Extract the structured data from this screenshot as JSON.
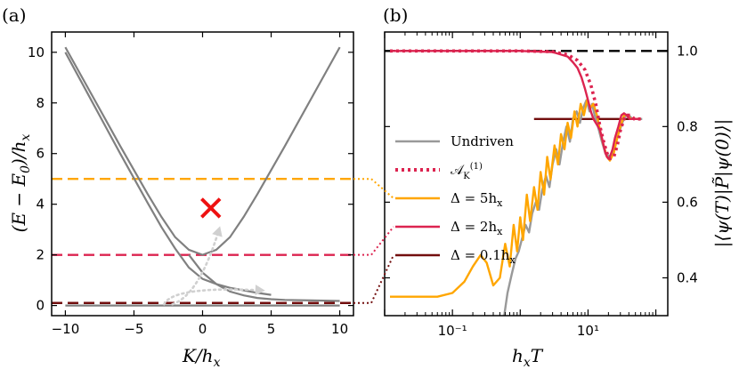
{
  "colors": {
    "undriven": "#999999",
    "delta5": "#ffa600",
    "delta2": "#dc2450",
    "delta01": "#720e0e",
    "bands": "#808080",
    "arrows": "#d0d0d0",
    "cross": "#ee1111",
    "frame": "#000000"
  },
  "panel_labels": {
    "a": "(a)",
    "b": "(b)"
  },
  "chart_data": [
    {
      "panel": "(a)",
      "type": "line",
      "xlabel": "K/h_x",
      "ylabel": "(E − E_0)/h_x",
      "xlim": [
        -11,
        11
      ],
      "ylim": [
        -0.4,
        10.8
      ],
      "xticks": [
        "−10",
        "−5",
        "0",
        "5",
        "10"
      ],
      "xtick_values": [
        -10,
        -5,
        0,
        5,
        10
      ],
      "yticks": [
        "0",
        "2",
        "4",
        "6",
        "8",
        "10"
      ],
      "ytick_values": [
        0,
        2,
        4,
        6,
        8,
        10
      ],
      "bands": {
        "upper": {
          "x": [
            -10,
            -8,
            -6,
            -4,
            -3,
            -2,
            -1,
            0,
            1,
            2,
            3,
            4,
            6,
            8,
            10
          ],
          "y": [
            10.2,
            8.25,
            6.3,
            4.4,
            3.5,
            2.7,
            2.2,
            2.0,
            2.2,
            2.7,
            3.5,
            4.4,
            6.3,
            8.25,
            10.2
          ]
        },
        "middle": {
          "x": [
            -10,
            -8,
            -6,
            -4,
            -3,
            -2,
            -1,
            0,
            1,
            2,
            3,
            4,
            5
          ],
          "y": [
            10.0,
            8.0,
            6.0,
            4.05,
            3.1,
            2.25,
            1.5,
            1.05,
            0.85,
            0.7,
            0.6,
            0.5,
            0.42
          ]
        },
        "lower": {
          "x": [
            -1,
            0,
            1,
            2,
            3,
            4,
            5,
            6,
            8,
            10
          ],
          "y": [
            2.0,
            1.3,
            0.85,
            0.55,
            0.4,
            0.3,
            0.25,
            0.22,
            0.2,
            0.18
          ]
        },
        "ground": {
          "x": [
            -10,
            10
          ],
          "y": [
            0,
            0
          ]
        }
      },
      "horizontal_lines": [
        {
          "name": "Δ = 5h_x",
          "y": 5.0
        },
        {
          "name": "Δ = 2h_x",
          "y": 2.0
        },
        {
          "name": "Δ = 0.1h_x",
          "y": 0.1
        }
      ],
      "annotations": {
        "cross_symbol": "✕",
        "cross_at": [
          0.6,
          3.8
        ]
      },
      "arrows": [
        {
          "from": [
            -2.2,
            0.05
          ],
          "to": [
            1.2,
            3.0
          ]
        },
        {
          "from": [
            -2.8,
            0.05
          ],
          "to": [
            4.3,
            0.6
          ]
        }
      ]
    },
    {
      "panel": "(b)",
      "type": "line",
      "xlabel": "h_xT",
      "ylabel": "|⟨ψ(T)|P̃|ψ(0)⟩|",
      "xscale": "log",
      "xlim": [
        0.01,
        150
      ],
      "ylim": [
        0.3,
        1.05
      ],
      "xticks": [
        "10⁻¹",
        "10¹"
      ],
      "xtick_values": [
        0.1,
        10
      ],
      "yticks": [
        "0.4",
        "0.6",
        "0.8",
        "1.0"
      ],
      "ytick_values": [
        0.4,
        0.6,
        0.8,
        1.0
      ],
      "legend": {
        "position": "center-left",
        "entries": [
          "Undriven",
          "𝒜_K^(1)",
          "Δ = 5h_x",
          "Δ = 2h_x",
          "Δ = 0.1h_x"
        ]
      },
      "series": [
        {
          "name": "Undriven",
          "style": "solid",
          "x": [
            0.58,
            0.65,
            0.75,
            0.85,
            0.95,
            1.05,
            1.2,
            1.35,
            1.5,
            1.7,
            1.9,
            2.1,
            2.4,
            2.7,
            3.0,
            3.4,
            3.8,
            4.3,
            4.8,
            5.4,
            6.0,
            6.8,
            7.6,
            8.5,
            9.5,
            10.5,
            11.5,
            12.5,
            14,
            16,
            18,
            21,
            24,
            28,
            32,
            36,
            40,
            45,
            50,
            56,
            63
          ],
          "y": [
            0.3,
            0.36,
            0.41,
            0.45,
            0.47,
            0.5,
            0.54,
            0.52,
            0.57,
            0.6,
            0.58,
            0.63,
            0.67,
            0.64,
            0.7,
            0.74,
            0.7,
            0.76,
            0.8,
            0.76,
            0.82,
            0.84,
            0.81,
            0.85,
            0.87,
            0.84,
            0.86,
            0.83,
            0.8,
            0.76,
            0.73,
            0.72,
            0.74,
            0.78,
            0.81,
            0.83,
            0.83,
            0.82,
            0.82,
            0.82,
            0.82
          ]
        },
        {
          "name": "𝒜_K^(1)",
          "style": "dotted",
          "x": [
            0.012,
            0.1,
            1,
            3,
            5,
            7,
            9,
            11,
            13,
            15,
            17,
            19,
            21,
            24,
            27,
            30,
            34,
            38,
            43,
            48,
            54,
            60
          ],
          "y": [
            1.0,
            1.0,
            1.0,
            0.998,
            0.99,
            0.975,
            0.95,
            0.91,
            0.86,
            0.8,
            0.76,
            0.73,
            0.715,
            0.72,
            0.75,
            0.79,
            0.82,
            0.83,
            0.83,
            0.82,
            0.82,
            0.82
          ]
        },
        {
          "name": "Δ = 5h_x",
          "style": "solid",
          "x": [
            0.012,
            0.03,
            0.06,
            0.1,
            0.15,
            0.2,
            0.26,
            0.32,
            0.4,
            0.5,
            0.6,
            0.7,
            0.8,
            0.9,
            1.0,
            1.1,
            1.25,
            1.4,
            1.6,
            1.8,
            2.0,
            2.25,
            2.5,
            2.8,
            3.2,
            3.6,
            4.0,
            4.5,
            5.0,
            5.6,
            6.3,
            7.0,
            7.8,
            8.7,
            9.7,
            10.8,
            12,
            13.5,
            15,
            17,
            19,
            21,
            24,
            27,
            30,
            34,
            38,
            43,
            48,
            54,
            60
          ],
          "y": [
            0.35,
            0.35,
            0.35,
            0.36,
            0.39,
            0.43,
            0.46,
            0.44,
            0.38,
            0.4,
            0.49,
            0.43,
            0.54,
            0.47,
            0.56,
            0.5,
            0.62,
            0.55,
            0.64,
            0.58,
            0.68,
            0.62,
            0.72,
            0.66,
            0.75,
            0.7,
            0.78,
            0.74,
            0.81,
            0.77,
            0.84,
            0.8,
            0.86,
            0.83,
            0.87,
            0.85,
            0.86,
            0.83,
            0.79,
            0.75,
            0.72,
            0.71,
            0.73,
            0.77,
            0.8,
            0.83,
            0.83,
            0.82,
            0.82,
            0.82,
            0.82
          ]
        },
        {
          "name": "Δ = 2h_x",
          "style": "solid",
          "x": [
            0.012,
            0.1,
            1,
            3,
            5,
            6,
            7,
            8,
            9,
            10,
            11,
            12,
            13,
            14,
            15,
            16,
            17,
            18,
            19,
            20,
            21,
            23,
            25,
            28,
            31,
            34,
            37,
            41,
            45,
            50,
            55,
            60
          ],
          "y": [
            1.0,
            1.0,
            1.0,
            0.997,
            0.985,
            0.97,
            0.955,
            0.93,
            0.9,
            0.87,
            0.84,
            0.82,
            0.81,
            0.8,
            0.79,
            0.77,
            0.75,
            0.73,
            0.72,
            0.715,
            0.72,
            0.74,
            0.77,
            0.8,
            0.83,
            0.835,
            0.83,
            0.82,
            0.82,
            0.82,
            0.82,
            0.82
          ]
        },
        {
          "name": "Δ = 0.1h_x",
          "style": "solid",
          "x": [
            1.6,
            60
          ],
          "y": [
            0.82,
            0.82
          ]
        }
      ],
      "reference_line": {
        "y": 1.0,
        "style": "dashed"
      },
      "connectors": [
        {
          "from_panel": "(a)",
          "series": "Δ = 5h_x"
        },
        {
          "from_panel": "(a)",
          "series": "Δ = 2h_x"
        },
        {
          "from_panel": "(a)",
          "series": "Δ = 0.1h_x"
        }
      ]
    }
  ]
}
